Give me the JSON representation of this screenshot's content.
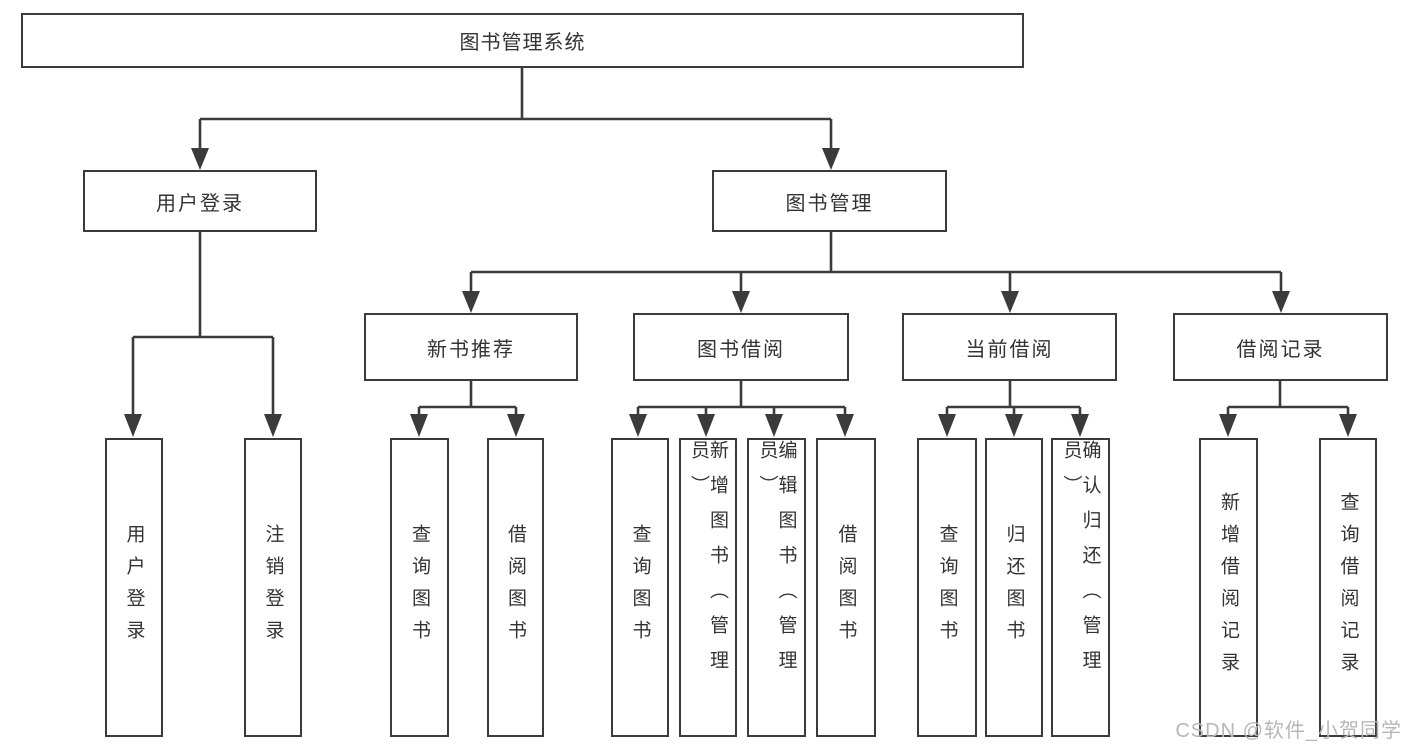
{
  "diagram_title": "图书管理系统",
  "nodes": {
    "root": "图书管理系统",
    "login_group": "用户登录",
    "mgmt_group": "图书管理",
    "login_leaf": "用户登录",
    "logout_leaf": "注销登录",
    "rec_group": "新书推荐",
    "borrow_group": "图书借阅",
    "current_group": "当前借阅",
    "records_group": "借阅记录",
    "rec_query": "查询图书",
    "rec_borrow": "借阅图书",
    "borrow_query": "查询图书",
    "borrow_add": "新增图书（管理员）",
    "borrow_edit": "编辑图书（管理员）",
    "borrow_leaf": "借阅图书",
    "cur_query": "查询图书",
    "cur_return": "归还图书",
    "cur_confirm": "确认归还（管理员）",
    "records_add": "新增借阅记录",
    "records_query": "查询借阅记录"
  },
  "hierarchy": {
    "图书管理系统": {
      "用户登录": [
        "用户登录",
        "注销登录"
      ],
      "图书管理": {
        "新书推荐": [
          "查询图书",
          "借阅图书"
        ],
        "图书借阅": [
          "查询图书",
          "新增图书（管理员）",
          "编辑图书（管理员）",
          "借阅图书"
        ],
        "当前借阅": [
          "查询图书",
          "归还图书",
          "确认归还（管理员）"
        ],
        "借阅记录": [
          "新增借阅记录",
          "查询借阅记录"
        ]
      }
    }
  },
  "watermark": "CSDN @软件_小贺同学",
  "colors": {
    "line": "#3b3b3b",
    "box_border": "#3b3b3b",
    "box_fill": "#ffffff",
    "text": "#333333",
    "watermark": "#b7b7b7",
    "background": "#ffffff"
  }
}
